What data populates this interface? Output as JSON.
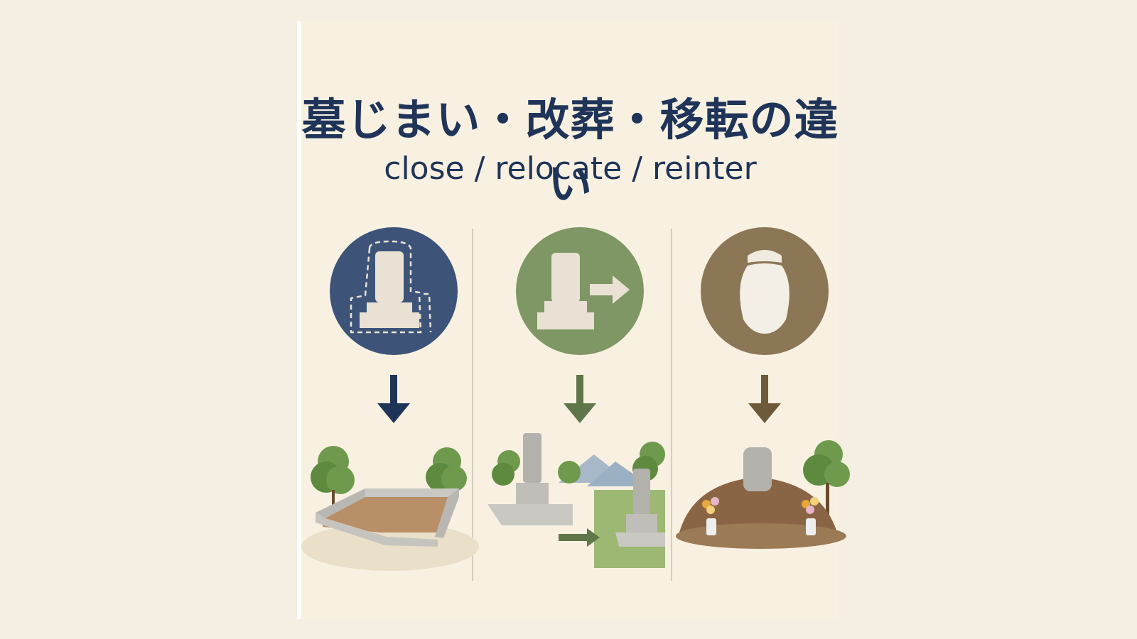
{
  "title": "墓じまい・改葬・移転の違い",
  "subtitle": "close / relocate / reinter",
  "columns": [
    {
      "id": "close",
      "circle_color": "#3d5478",
      "arrow_color": "#1e3558",
      "icon": "gravestone-dashed-outline-icon",
      "scene": "empty-grave-plot"
    },
    {
      "id": "relocate",
      "circle_color": "#7f9665",
      "arrow_color": "#5f7648",
      "icon": "gravestone-move-icon",
      "scene": "gravestone-relocation"
    },
    {
      "id": "reinter",
      "circle_color": "#8b7656",
      "arrow_color": "#6e5a38",
      "icon": "urn-icon",
      "scene": "new-grave-mound"
    }
  ]
}
